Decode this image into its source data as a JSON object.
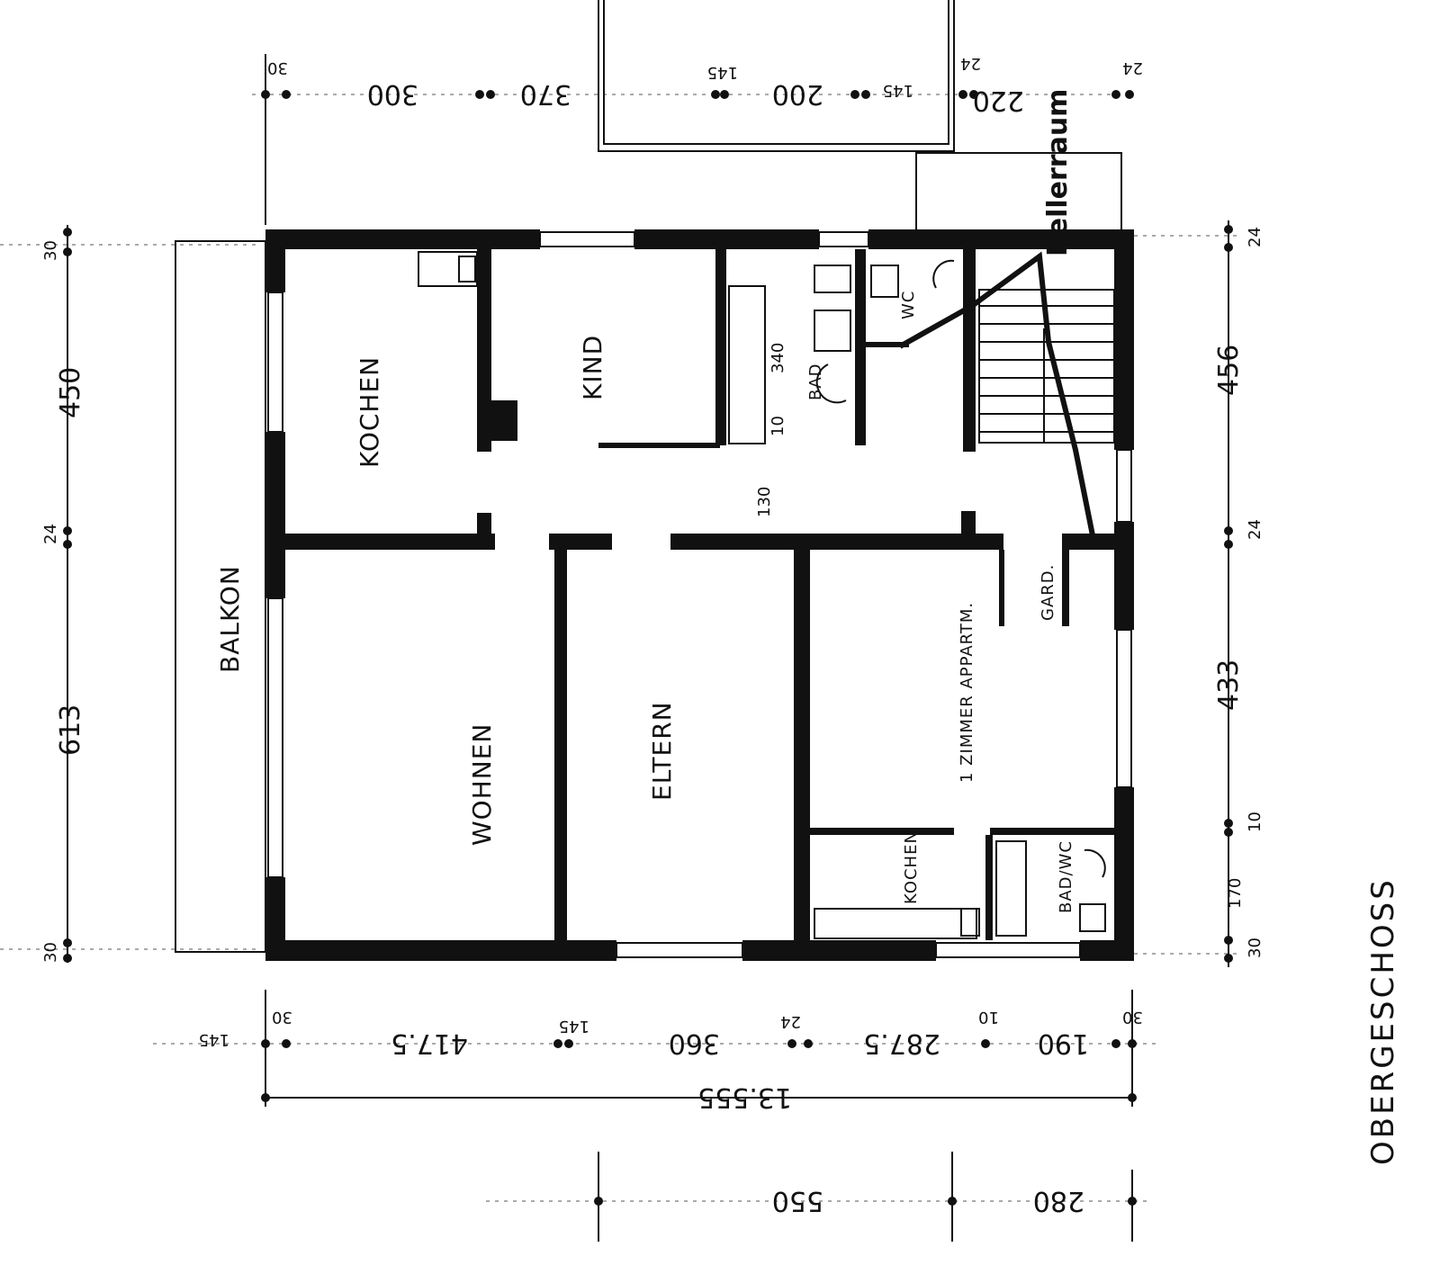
{
  "title": "OBERGESCHOSS",
  "annotation": "Kellerraum",
  "rooms": {
    "kochen": "KOCHEN",
    "kind": "KIND",
    "bad": "BAD",
    "wc": "WC",
    "wohnen": "WOHNEN",
    "eltern": "ELTERN",
    "balkon": "BALKON",
    "appartment": "1 ZIMMER APPARTM.",
    "garderobe": "GARD.",
    "kochen_small": "KOCHEN",
    "bad_wc": "BAD/WC"
  },
  "interior_dims": {
    "bad_width": "340",
    "wall": "10",
    "flur": "130"
  },
  "dims_top": [
    "30",
    "300",
    "370",
    "145",
    "200",
    "145",
    "24",
    "220",
    "24"
  ],
  "dims_left": [
    "30",
    "450",
    "24",
    "613",
    "30"
  ],
  "dims_right": [
    "24",
    "456",
    "24",
    "433",
    "10",
    "170",
    "30"
  ],
  "dims_bottom": [
    "145",
    "30",
    "417.5",
    "145",
    "360",
    "24",
    "287.5",
    "10",
    "190",
    "30"
  ],
  "dims_total": "13.555",
  "dims_lower": [
    "550",
    "280"
  ]
}
